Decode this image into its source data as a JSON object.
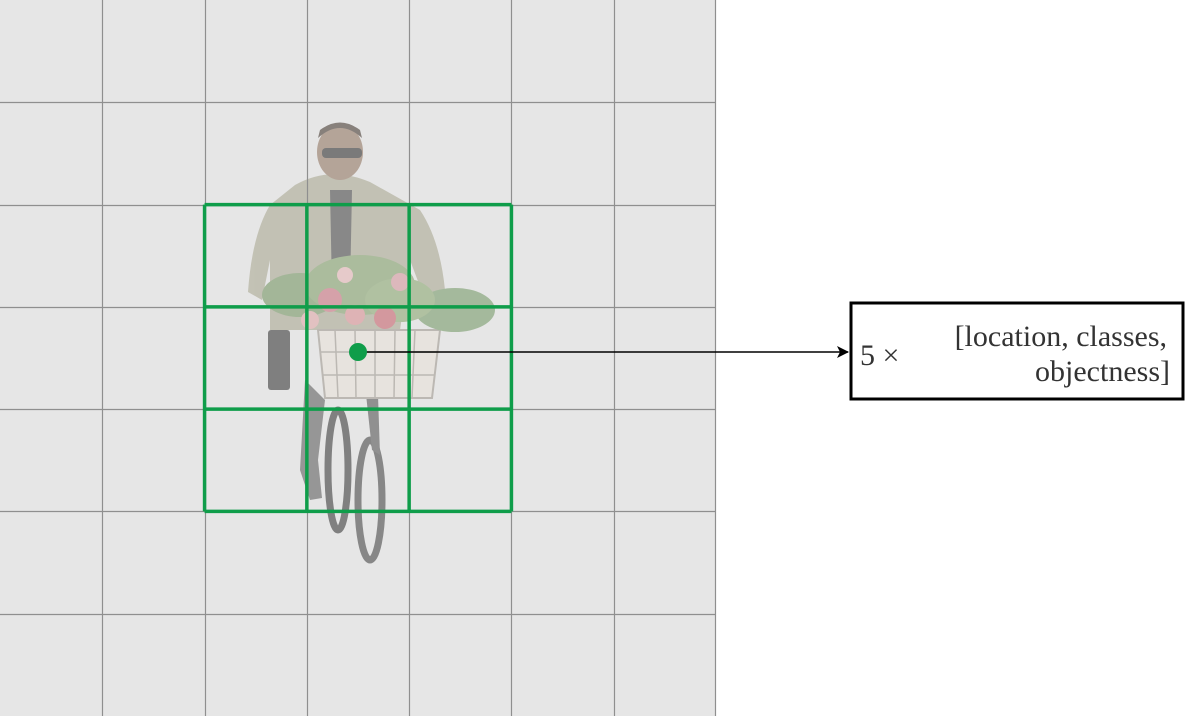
{
  "diagram": {
    "grid": {
      "rows": 7,
      "cols": 7,
      "background": "#e6e6e6",
      "line_color": "#8f8f8f"
    },
    "highlight": {
      "first_col": 2,
      "first_row": 2,
      "cols": 3,
      "rows": 3,
      "color": "#0f9d4a"
    },
    "center_cell": {
      "col": 3,
      "row": 3
    },
    "photo_subject": "person-riding-bicycle-with-flower-basket",
    "output_box": {
      "multiplier": "5 ×",
      "line1": "[location, classes,",
      "line2": "objectness]"
    },
    "colors": {
      "green": "#0f9d4a",
      "arrow": "#000000",
      "box_border": "#000000",
      "text": "#333333"
    }
  }
}
